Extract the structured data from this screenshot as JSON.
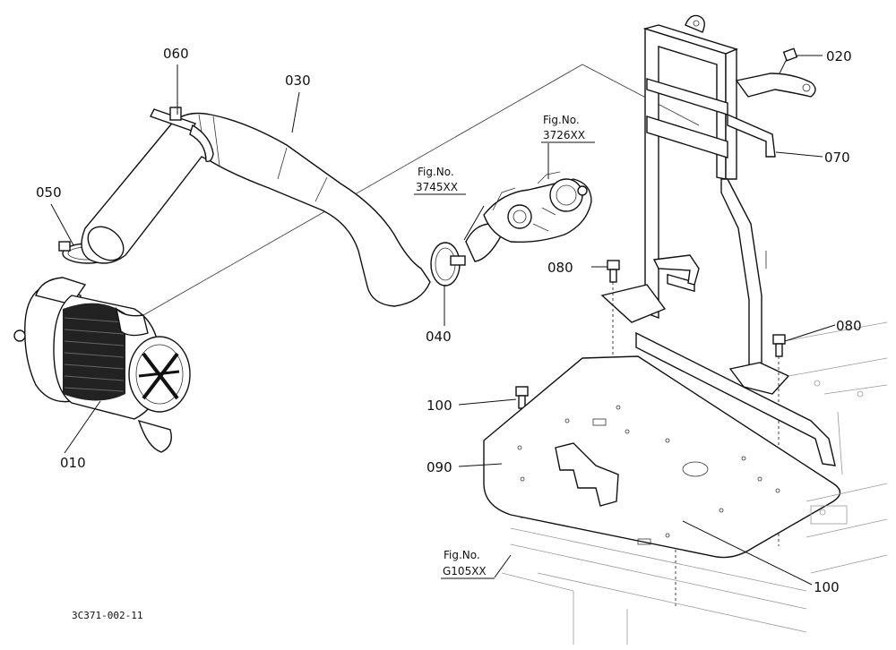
{
  "parts": [
    {
      "id": "p010",
      "label": "010",
      "name": "air-cleaner"
    },
    {
      "id": "p020",
      "label": "020",
      "name": "bolt"
    },
    {
      "id": "p030",
      "label": "030",
      "name": "intake-hose"
    },
    {
      "id": "p040",
      "label": "040",
      "name": "hose-clamp"
    },
    {
      "id": "p050",
      "label": "050",
      "name": "hose-clamp"
    },
    {
      "id": "p060",
      "label": "060",
      "name": "cable-tie"
    },
    {
      "id": "p070",
      "label": "070",
      "name": "bracket-clip"
    },
    {
      "id": "p080a",
      "label": "080",
      "name": "bolt"
    },
    {
      "id": "p080b",
      "label": "080",
      "name": "bolt"
    },
    {
      "id": "p090",
      "label": "090",
      "name": "mounting-plate"
    },
    {
      "id": "p100a",
      "label": "100",
      "name": "bolt"
    },
    {
      "id": "p100b",
      "label": "100",
      "name": "bolt"
    }
  ],
  "references": [
    {
      "id": "ref3745",
      "line1": "Fig.No.",
      "line2": "3745XX"
    },
    {
      "id": "ref3726",
      "line1": "Fig.No.",
      "line2": "3726XX"
    },
    {
      "id": "refG105",
      "line1": "Fig.No.",
      "line2": "G105XX"
    }
  ],
  "drawing_number": "3C371-002-11"
}
